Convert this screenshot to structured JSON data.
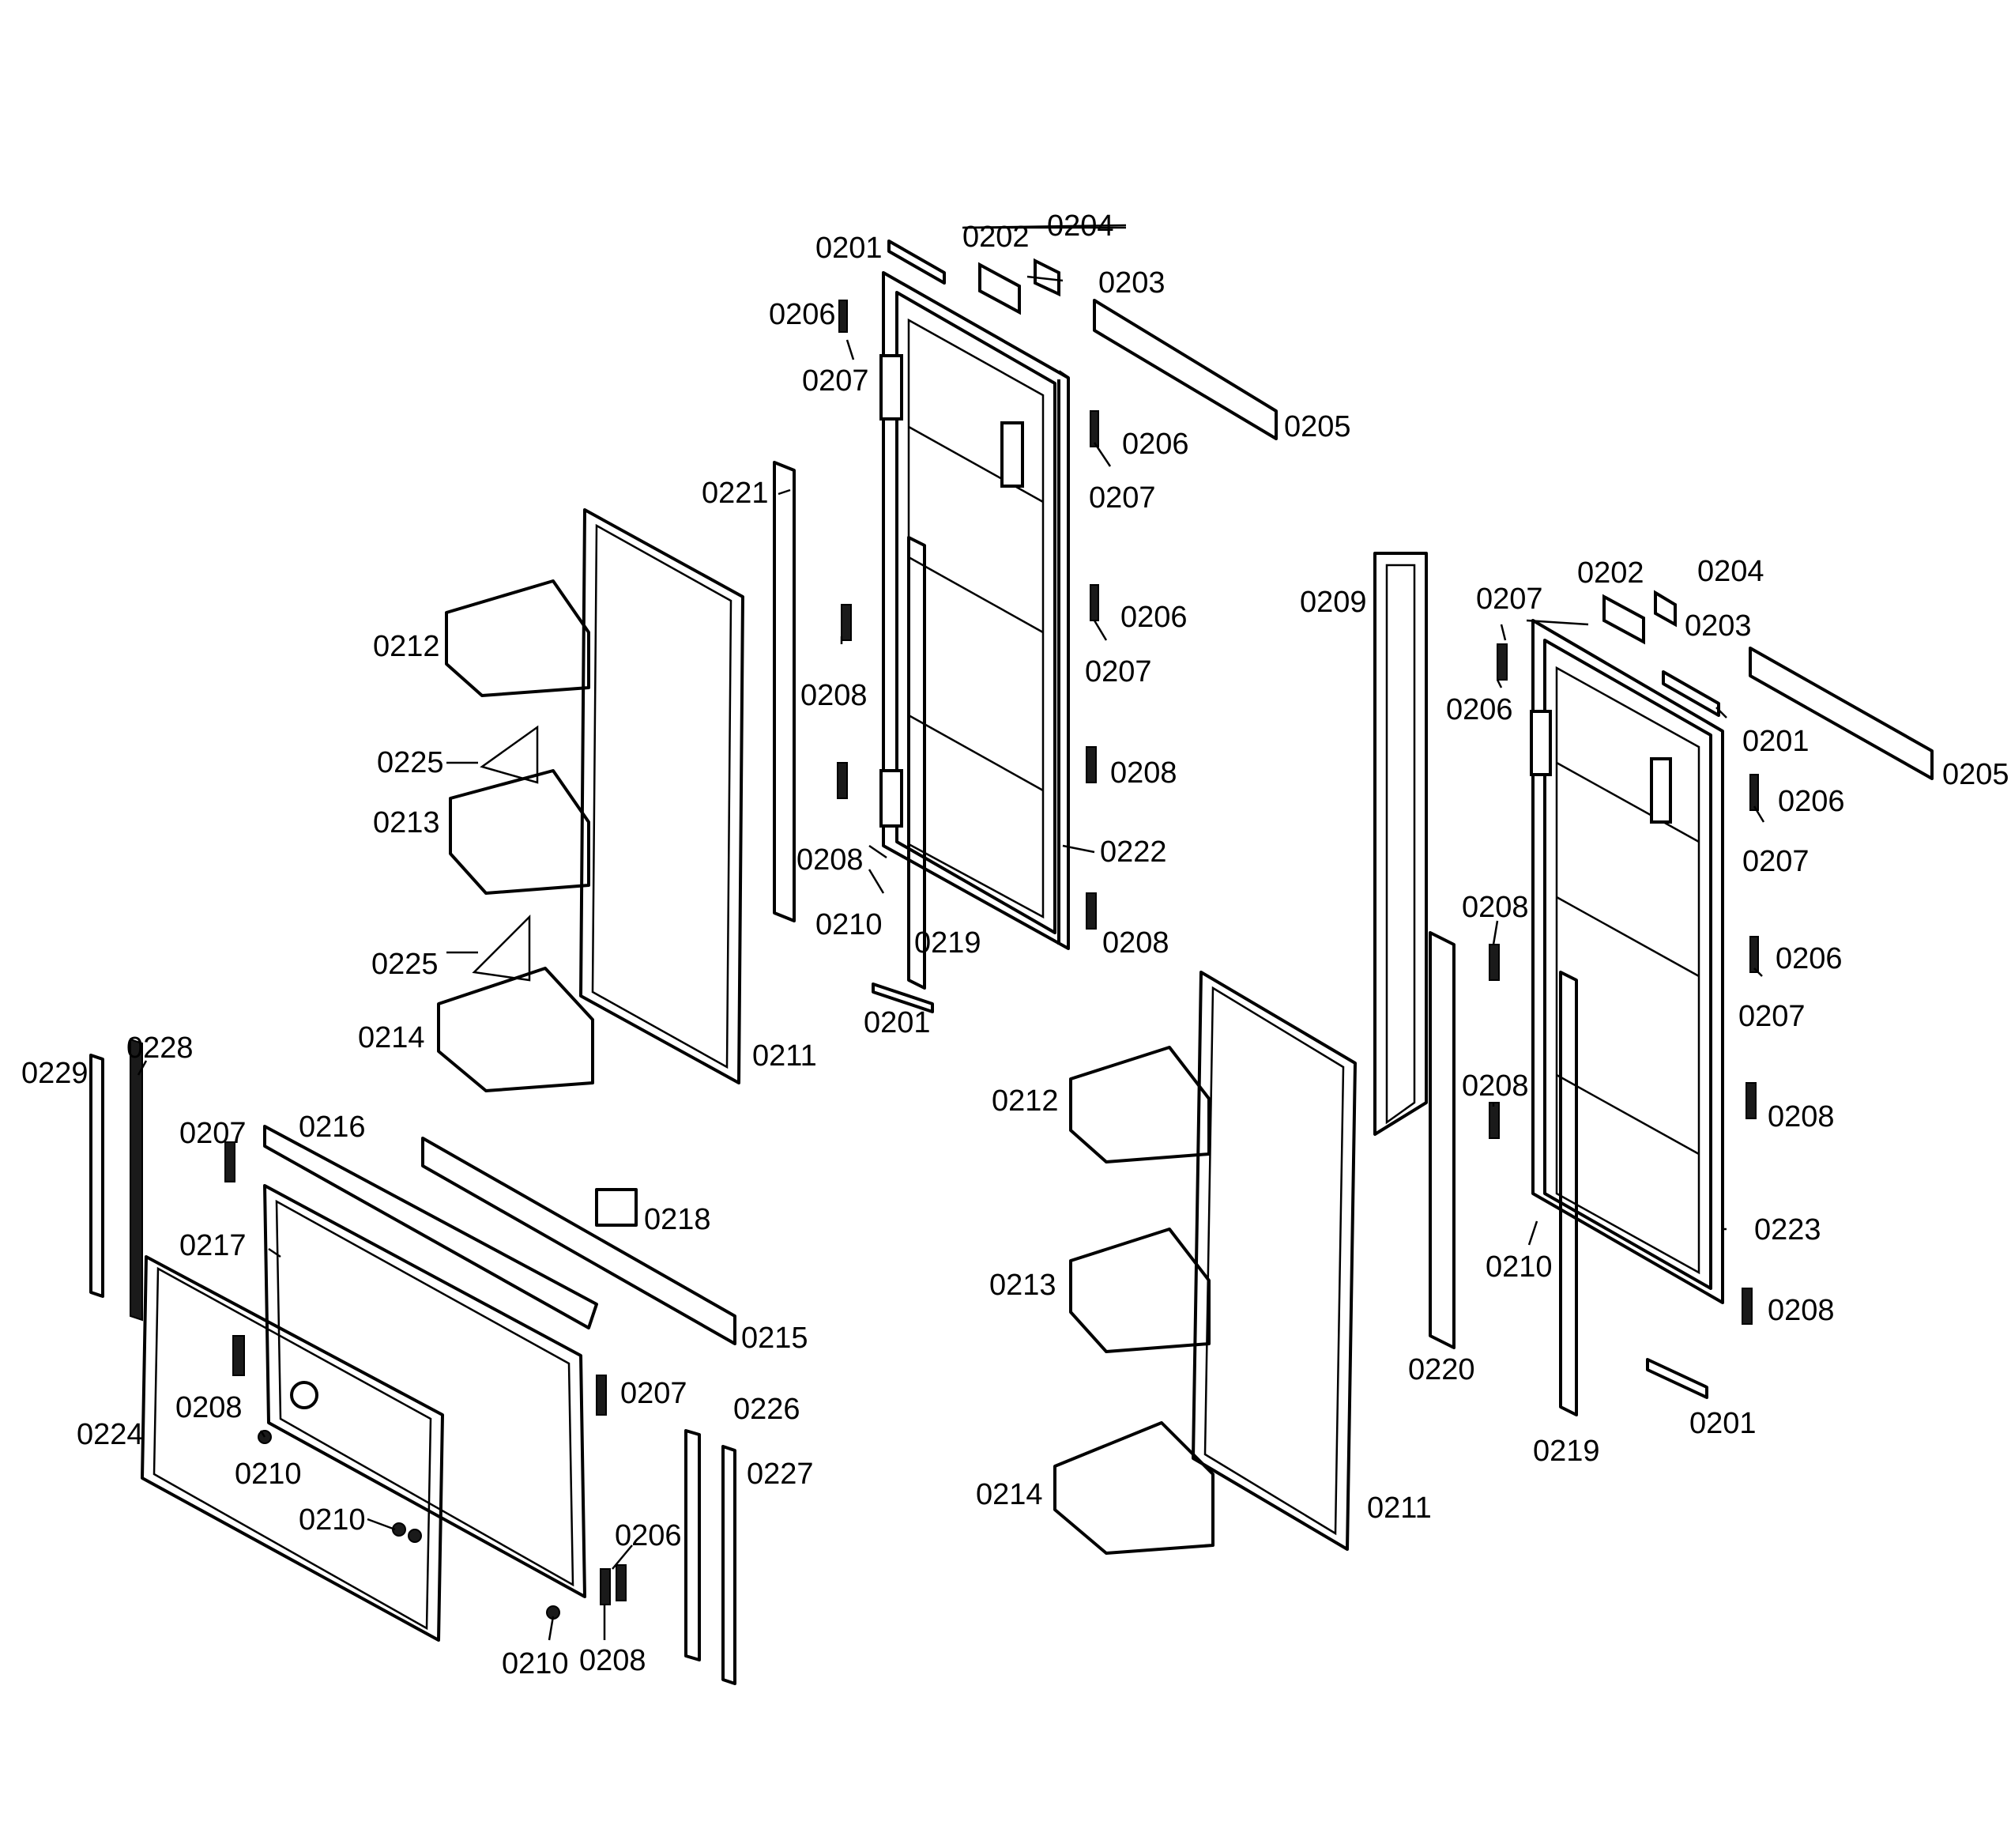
{
  "colors": {
    "ink": "#000000",
    "paper": "#ffffff"
  },
  "callouts": [
    "0201",
    "0202",
    "0204",
    "0203",
    "0206",
    "0207",
    "0205",
    "0206",
    "0207",
    "0221",
    "0206",
    "0207",
    "0209",
    "0202",
    "0204",
    "0207",
    "0203",
    "0212",
    "0208",
    "0206",
    "0201",
    "0225",
    "0208",
    "0205",
    "0213",
    "0206",
    "0208",
    "0222",
    "0207",
    "0210",
    "0219",
    "0208",
    "0208",
    "0206",
    "0225",
    "0201",
    "0207",
    "0214",
    "0211",
    "0229",
    "0228",
    "0208",
    "0208",
    "0212",
    "0207",
    "0216",
    "0218",
    "0223",
    "0210",
    "0217",
    "0213",
    "0208",
    "0215",
    "0220",
    "0201",
    "0207",
    "0226",
    "0208",
    "0224",
    "0219",
    "0227",
    "0210",
    "0214",
    "0211",
    "0210",
    "0206",
    "0210",
    "0208"
  ]
}
